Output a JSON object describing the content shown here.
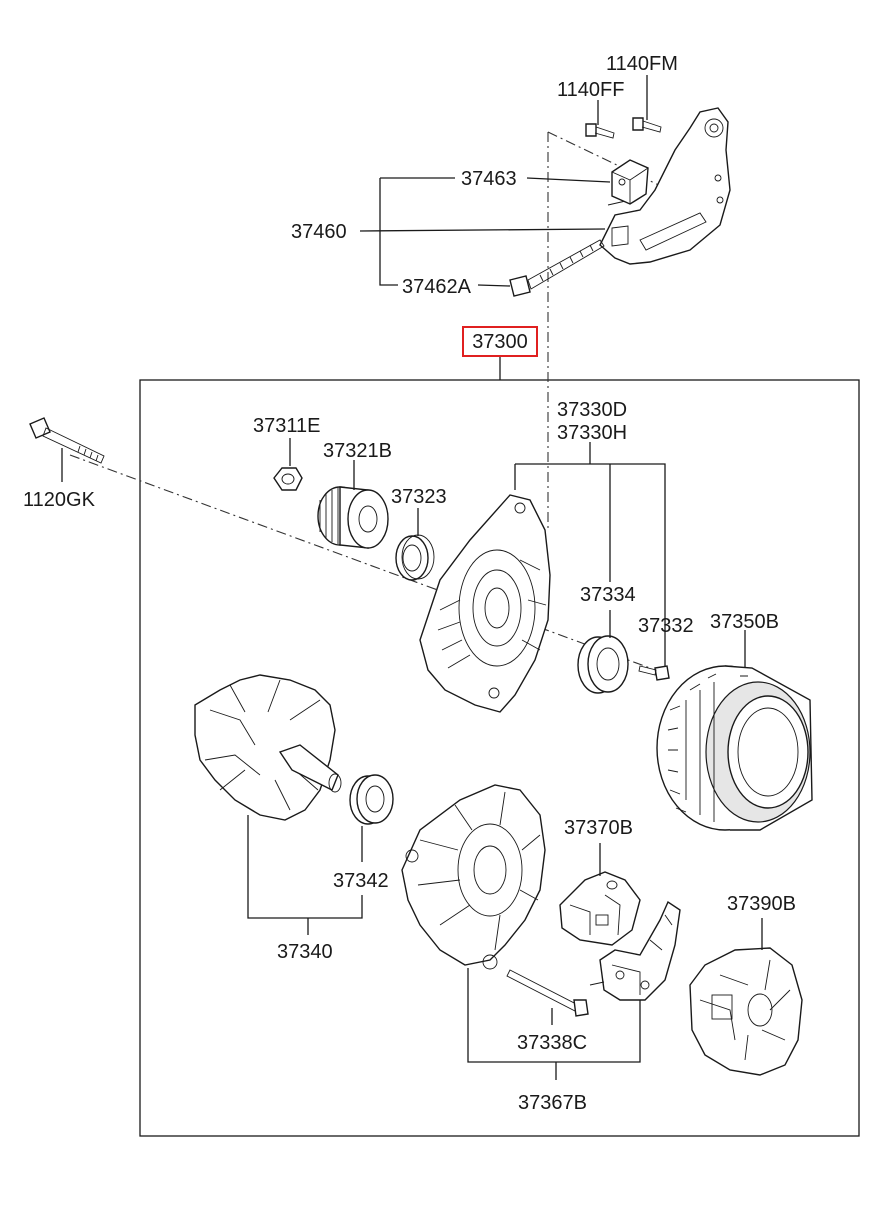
{
  "assembly": {
    "number": "37300",
    "highlight_color": "#e02020"
  },
  "parts": {
    "p_1140FM": "1140FM",
    "p_1140FF": "1140FF",
    "p_37463": "37463",
    "p_37460": "37460",
    "p_37462A": "37462A",
    "p_37330D": "37330D",
    "p_37330H": "37330H",
    "p_37311E": "37311E",
    "p_37321B": "37321B",
    "p_37323": "37323",
    "p_1120GK": "1120GK",
    "p_37334": "37334",
    "p_37332": "37332",
    "p_37350B": "37350B",
    "p_37370B": "37370B",
    "p_37342": "37342",
    "p_37390B": "37390B",
    "p_37340": "37340",
    "p_37338C": "37338C",
    "p_37367B": "37367B"
  },
  "icons": {
    "bracket": "alternator-bracket-icon",
    "bolt": "bolt-icon",
    "nut": "nut-icon",
    "pulley": "pulley-icon",
    "bearing": "bearing-icon",
    "front_cover": "front-cover-icon",
    "rotor": "rotor-icon",
    "stator": "stator-icon",
    "rear_cover": "rear-cover-icon",
    "regulator": "regulator-icon",
    "rectifier": "rectifier-icon",
    "end_cover": "end-cover-icon"
  }
}
